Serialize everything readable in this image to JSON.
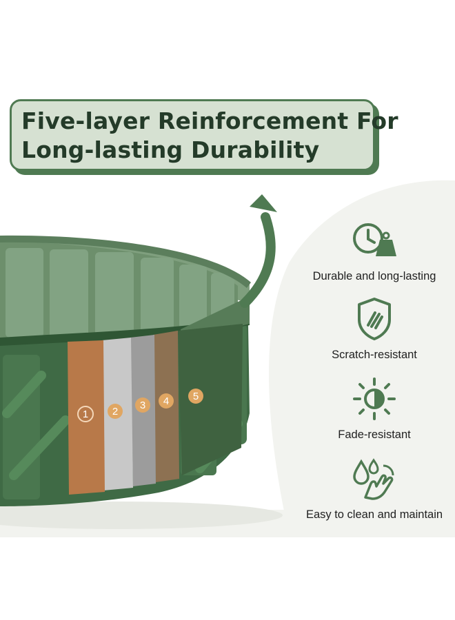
{
  "headline": {
    "line1": "Five-layer Reinforcement For",
    "line2": "Long-lasting Durability"
  },
  "layers": [
    {
      "number": "1",
      "color": "#b87949"
    },
    {
      "number": "2",
      "color": "#c8c8c8"
    },
    {
      "number": "3",
      "color": "#9c9c9c"
    },
    {
      "number": "4",
      "color": "#8d7152"
    },
    {
      "number": "5",
      "color": "#3f6240"
    }
  ],
  "features": [
    {
      "icon": "clock-weight-icon",
      "label": "Durable and long-lasting"
    },
    {
      "icon": "shield-scratch-icon",
      "label": "Scratch-resistant"
    },
    {
      "icon": "sun-fade-icon",
      "label": "Fade-resistant"
    },
    {
      "icon": "water-hand-clean-icon",
      "label": "Easy to clean and maintain"
    }
  ],
  "colors": {
    "brand_green": "#4f7a52",
    "pool_green": "#3f6a45",
    "banner_fill": "#d6e1d2",
    "panel_bg": "#f2f3ef"
  }
}
